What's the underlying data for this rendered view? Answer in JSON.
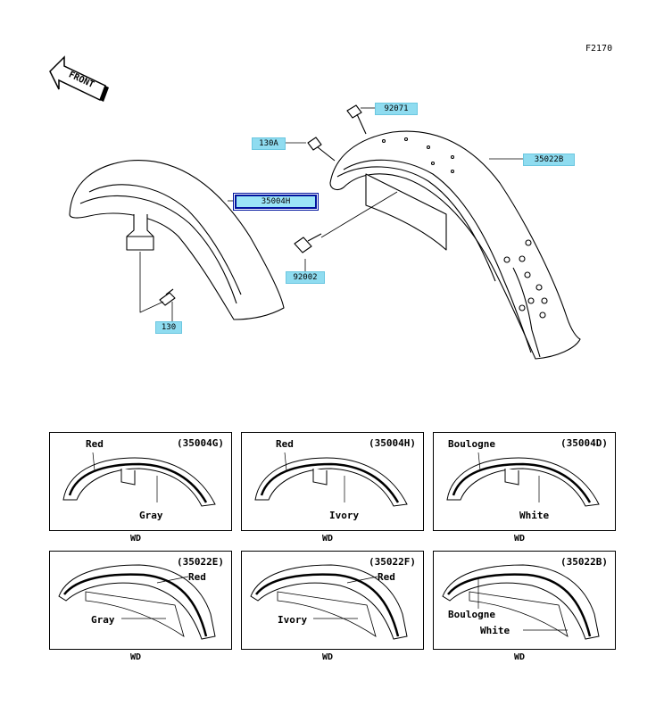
{
  "figure_id": "F2170",
  "front_label": "FRONT",
  "callouts": {
    "c92071": "92071",
    "c130a": "130A",
    "c35022b": "35022B",
    "c35004h": "35004H",
    "c92002": "92002",
    "c130": "130"
  },
  "panels": [
    {
      "code": "(35004G)",
      "label_top": "Red",
      "label_bottom": "Gray",
      "wd": "WD"
    },
    {
      "code": "(35004H)",
      "label_top": "Red",
      "label_bottom": "Ivory",
      "wd": "WD"
    },
    {
      "code": "(35004D)",
      "label_top": "Boulogne",
      "label_bottom": "White",
      "wd": "WD"
    },
    {
      "code": "(35022E)",
      "label_top": "Red",
      "label_bottom": "Gray",
      "wd": "WD"
    },
    {
      "code": "(35022F)",
      "label_top": "Red",
      "label_bottom": "Ivory",
      "wd": "WD"
    },
    {
      "code": "(35022B)",
      "label_top": "Boulogne",
      "label_bottom": "White",
      "wd": "WD"
    }
  ]
}
